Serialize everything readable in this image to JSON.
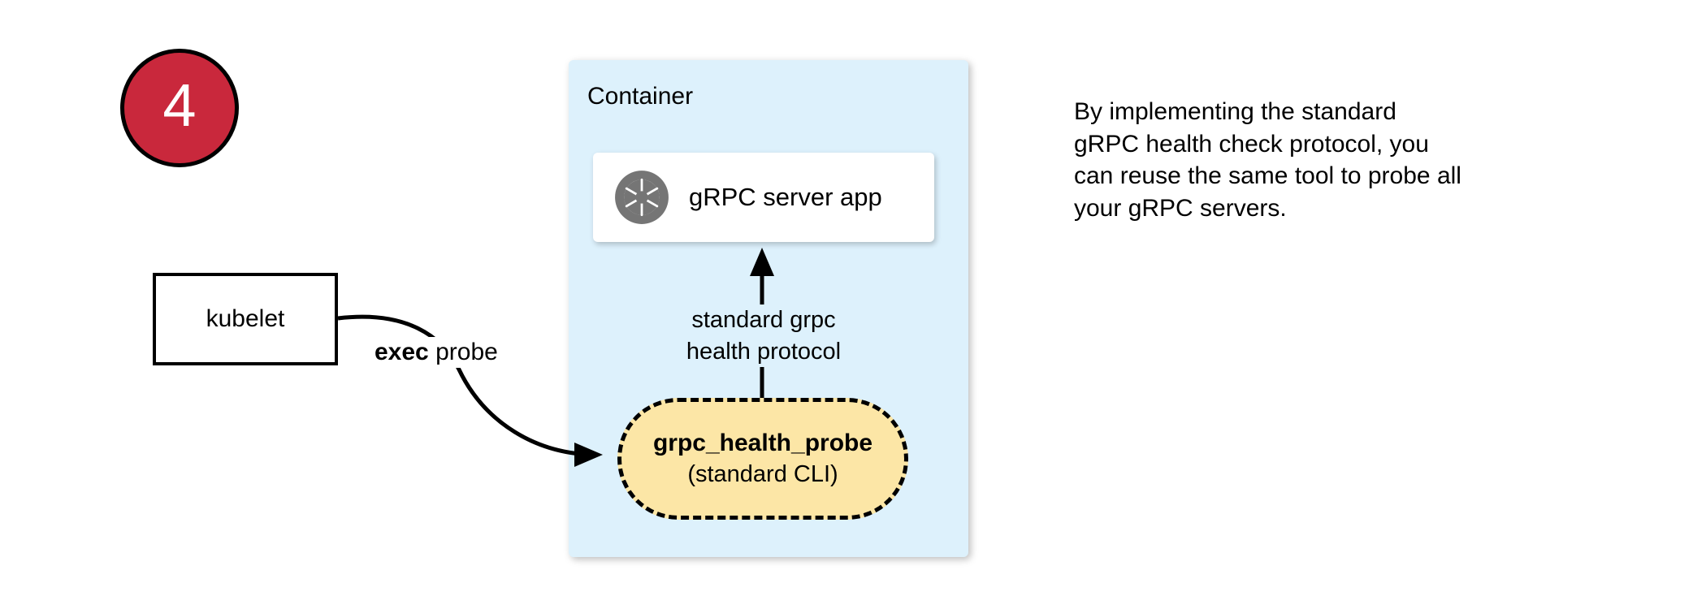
{
  "step": {
    "number": "4",
    "fill_color": "#c9283c",
    "text_color": "#ffffff"
  },
  "container": {
    "label": "Container",
    "fill_color": "#ddf1fc"
  },
  "server_card": {
    "label": "gRPC server app",
    "icon": "aperture-icon",
    "icon_color": "#757575",
    "fill_color": "#ffffff"
  },
  "kubelet": {
    "label": "kubelet",
    "fill_color": "#ffffff",
    "border_color": "#000000"
  },
  "edges": {
    "exec_probe": {
      "label_bold": "exec",
      "label_rest": " probe"
    },
    "health_protocol": {
      "line1": "standard grpc",
      "line2": "health protocol"
    }
  },
  "probe_pill": {
    "title": "grpc_health_probe",
    "subtitle": "(standard CLI)",
    "fill_color": "#fce6a6",
    "border_style": "dashed",
    "border_color": "#000000"
  },
  "description": {
    "line1": "By implementing the standard",
    "line2": "gRPC health check protocol, you",
    "line3": "can reuse the same tool to probe all",
    "line4": "your gRPC servers."
  }
}
